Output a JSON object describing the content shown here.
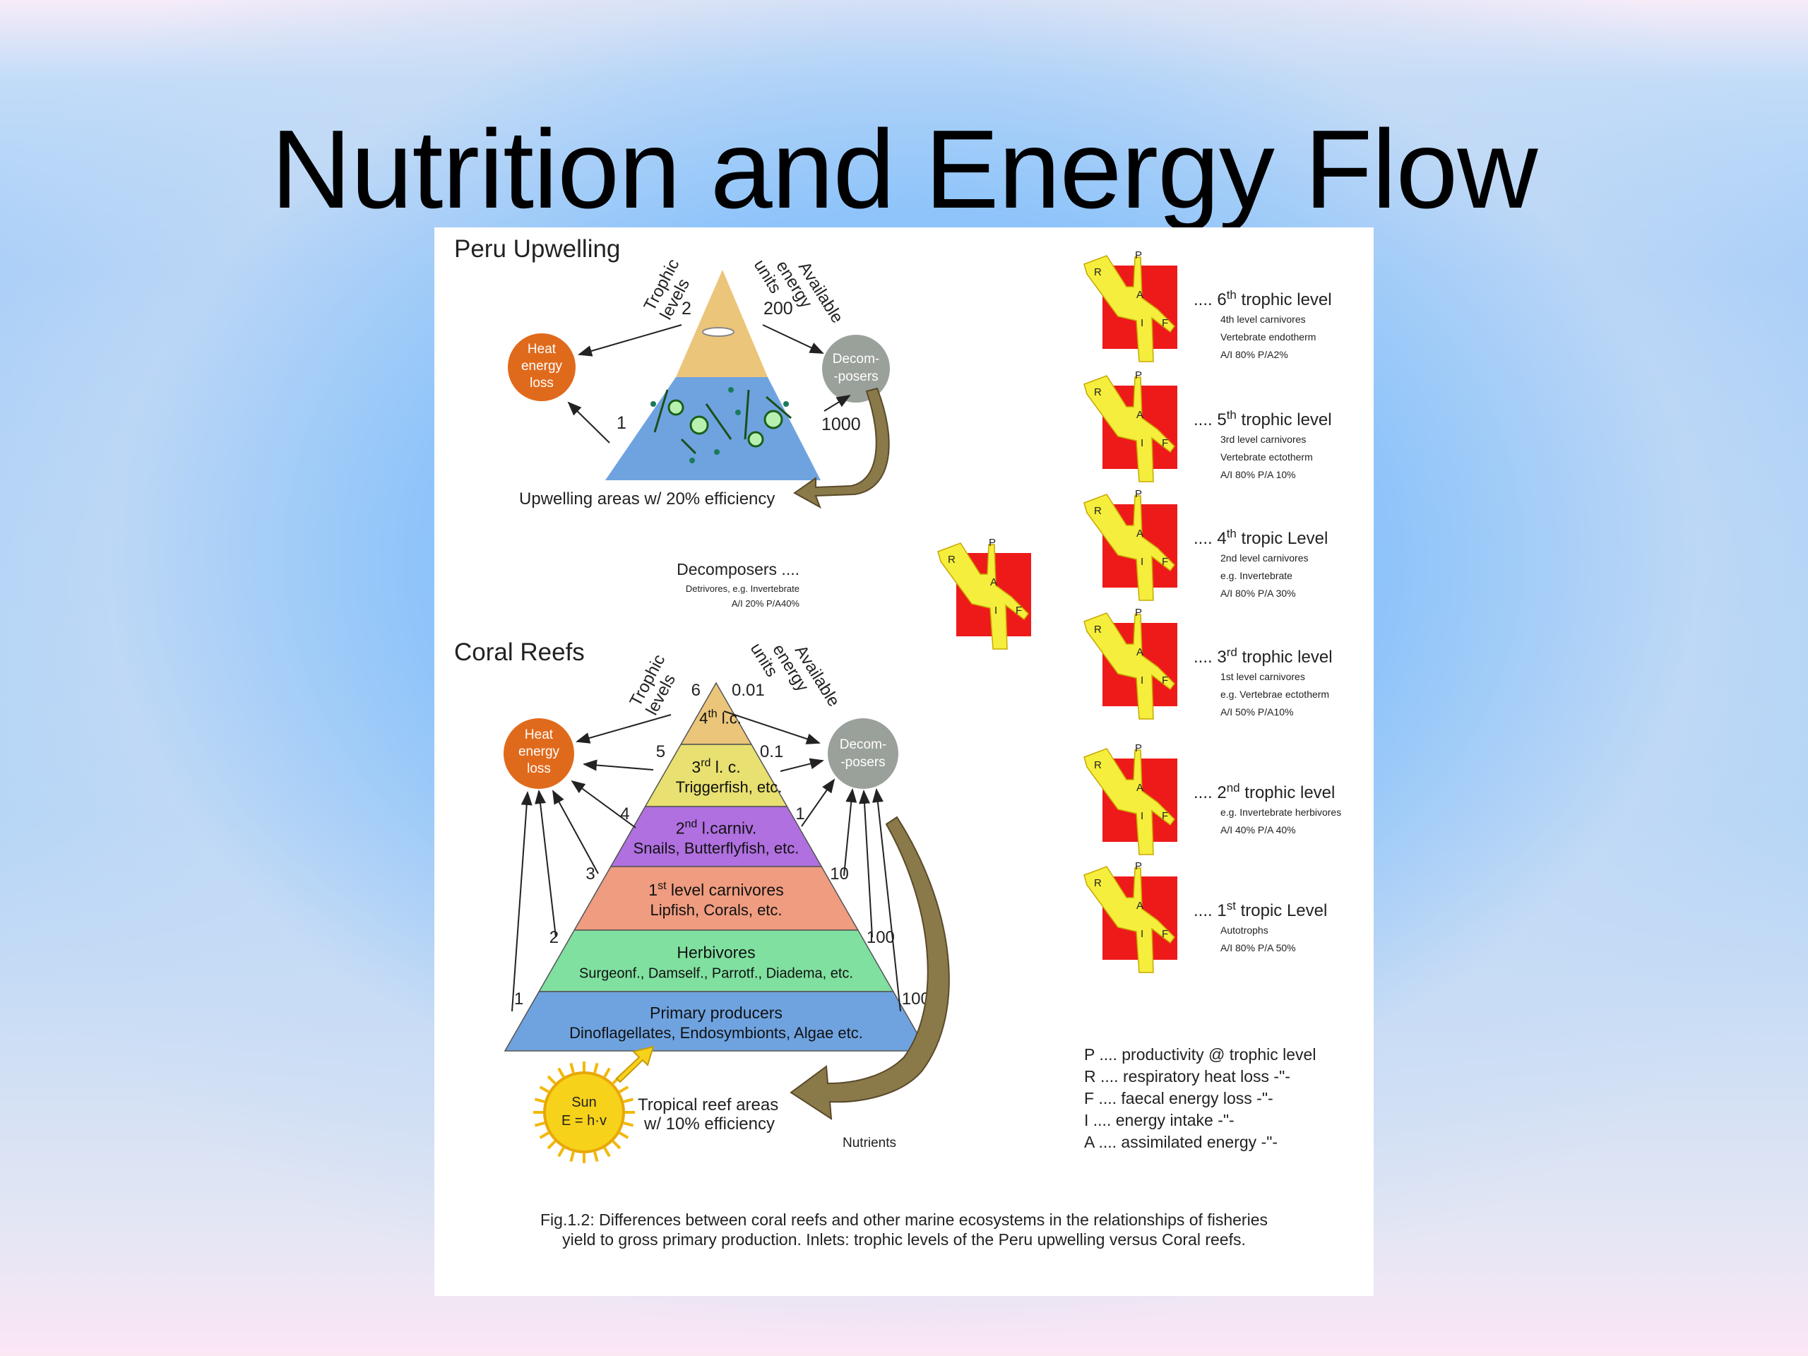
{
  "slide": {
    "title": "Nutrition and Energy Flow"
  },
  "peru": {
    "heading": "Peru Upwelling",
    "trophic_label_line1": "Trophic",
    "trophic_label_line2": "levels",
    "energy_label_line1": "Available",
    "energy_label_line2": "energy",
    "energy_label_line3": "units",
    "level_top": "2",
    "level_bottom": "1",
    "units_top": "200",
    "units_bottom": "1000",
    "heat_line1": "Heat",
    "heat_line2": "energy",
    "heat_line3": "loss",
    "decomp_line1": "Decom-",
    "decomp_line2": "-posers",
    "caption": "Upwelling areas w/ 20% efficiency"
  },
  "coral": {
    "heading": "Coral Reefs",
    "trophic_label_line1": "Trophic",
    "trophic_label_line2": "levels",
    "energy_label_line1": "Available",
    "energy_label_line2": "energy",
    "energy_label_line3": "units",
    "heat_line1": "Heat",
    "heat_line2": "energy",
    "heat_line3": "loss",
    "decomp_line1": "Decom-",
    "decomp_line2": "-posers",
    "levels": [
      {
        "level": "6",
        "units": "0.01",
        "line1_sup": "4th",
        "line1_rest": " l.c.",
        "line2": ""
      },
      {
        "level": "5",
        "units": "0.1",
        "line1_sup": "3rd",
        "line1_rest": " l. c.",
        "line2": "Triggerfish, etc."
      },
      {
        "level": "4",
        "units": "1",
        "line1_sup": "2nd",
        "line1_rest": " l.carniv.",
        "line2": "Snails, Butterflyfish, etc."
      },
      {
        "level": "3",
        "units": "10",
        "line1_sup": "1st",
        "line1_rest": " level carnivores",
        "line2": "Lipfish, Corals, etc."
      },
      {
        "level": "2",
        "units": "100",
        "line1_sup": "",
        "line1_rest": "Herbivores",
        "line2": "Surgeonf., Damself., Parrotf., Diadema, etc."
      },
      {
        "level": "1",
        "units": "1000",
        "line1_sup": "",
        "line1_rest": "Primary producers",
        "line2": "Dinoflagellates, Endosymbionts, Algae etc."
      }
    ],
    "sun_line1": "Sun",
    "sun_line2": "E = h·v",
    "caption_line1": "Tropical reef areas",
    "caption_line2": "w/ 10% efficiency",
    "nutrients": "Nutrients"
  },
  "decomposers_box": {
    "title": "Decomposers ....",
    "line1": "Detrivores, e.g. Invertebrate",
    "line2": "A/I 20%  P/A40%"
  },
  "trophic_glyphs": [
    {
      "title_prefix": "....",
      "ordinal": "6",
      "ordinal_sup": "th",
      "title_rest": " trophic level",
      "line1": "4th level carnivores",
      "line2": "Vertebrate endotherm",
      "line3": "A/I 80%  P/A2%"
    },
    {
      "title_prefix": "....",
      "ordinal": "5",
      "ordinal_sup": "th",
      "title_rest": " trophic level",
      "line1": "3rd level carnivores",
      "line2": "Vertebrate ectotherm",
      "line3": "A/I 80%  P/A 10%"
    },
    {
      "title_prefix": "....",
      "ordinal": "4",
      "ordinal_sup": "th",
      "title_rest": " tropic Level",
      "line1": "2nd level carnivores",
      "line2": "e.g. Invertebrate",
      "line3": "A/I 80%  P/A 30%"
    },
    {
      "title_prefix": "....",
      "ordinal": "3",
      "ordinal_sup": "rd",
      "title_rest": " trophic level",
      "line1": "1st level carnivores",
      "line2": "e.g. Vertebrae ectotherm",
      "line3": "A/I 50%  P/A10%"
    },
    {
      "title_prefix": "....",
      "ordinal": "2",
      "ordinal_sup": "nd",
      "title_rest": " trophic level",
      "line1": "e.g. Invertebrate herbivores",
      "line2": "A/I 40%  P/A 40%",
      "line3": ""
    },
    {
      "title_prefix": "....",
      "ordinal": "1",
      "ordinal_sup": "st",
      "title_rest": " tropic Level",
      "line1": "Autotrophs",
      "line2": "A/I 80%  P/A 50%",
      "line3": ""
    }
  ],
  "legend": [
    "P .... productivity @ trophic level",
    "R .... respiratory heat loss -\"-",
    "F .... faecal energy loss -\"-",
    "I  .... energy intake -\"-",
    "A .... assimilated energy -\"-"
  ],
  "glyph_letters": {
    "r": "R",
    "a": "A",
    "i": "I",
    "p": "P",
    "f": "F"
  },
  "figure_caption": {
    "line1": "Fig.1.2: Differences between coral reefs and other marine ecosystems in the relationships of fisheries",
    "line2": "yield to gross primary production. Inlets: trophic levels of the Peru upwelling versus Coral reefs."
  },
  "colors": {
    "heat_circle": "#e06a1c",
    "decomposer_circle": "#9aa09a",
    "peru_top": "#ebc57a",
    "peru_bottom": "#6fa3e0",
    "coral_l6": "#ebc57a",
    "coral_l5": "#e8e070",
    "coral_l4": "#b070e0",
    "coral_l3": "#ef9c80",
    "coral_l2": "#80e0a0",
    "coral_l1": "#6fa3e0",
    "sun": "#f7d21a",
    "glyph_red": "#ee1a1a",
    "glyph_yellow": "#f5ee3c",
    "nutrient_arrow": "#8a7a4a"
  }
}
